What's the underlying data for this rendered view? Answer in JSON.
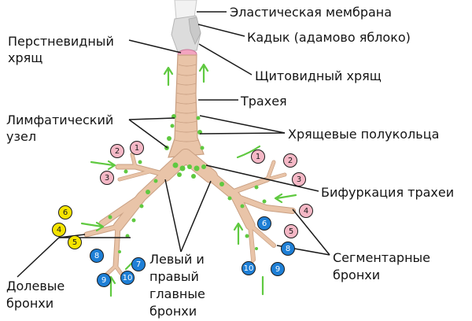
{
  "labels": {
    "elastic_membrane": "Эластическая мембрана",
    "adams_apple": "Кадык (адамово яблоко)",
    "cricoid_line1": "Перстневидный",
    "cricoid_line2": "хрящ",
    "thyroid": "Щитовидный хрящ",
    "trachea": "Трахея",
    "lymph_line1": "Лимфатический",
    "lymph_line2": "узел",
    "tracheal_rings": "Хрящевые полукольца",
    "bifurcation": "Бифуркация трахеи",
    "segmental_line1": "Сегментарные",
    "segmental_line2": "бронхи",
    "main_line1": "Левый и",
    "main_line2": "правый",
    "main_line3": "главные",
    "main_line4": "бронхи",
    "lobar_line1": "Долевые",
    "lobar_line2": "бронхи"
  },
  "segment_markers": [
    {
      "label": "1",
      "color": "#f5b8c6"
    },
    {
      "label": "2",
      "color": "#f5b8c6"
    },
    {
      "label": "3",
      "color": "#f5b8c6"
    },
    {
      "label": "4",
      "color": "#f5b8c6"
    },
    {
      "label": "5",
      "color": "#f5b8c6"
    },
    {
      "label": "6",
      "color": "#f5e400"
    },
    {
      "label": "4",
      "color": "#f5e400"
    },
    {
      "label": "5",
      "color": "#f5e400"
    },
    {
      "label": "8",
      "color": "#1e7fd6"
    },
    {
      "label": "7",
      "color": "#1e7fd6"
    },
    {
      "label": "9",
      "color": "#1e7fd6"
    },
    {
      "label": "10",
      "color": "#1e7fd6"
    },
    {
      "label": "1",
      "color": "#f5b8c6"
    },
    {
      "label": "2",
      "color": "#f5b8c6"
    },
    {
      "label": "3",
      "color": "#f5b8c6"
    },
    {
      "label": "6",
      "color": "#1e7fd6"
    },
    {
      "label": "8",
      "color": "#1e7fd6"
    },
    {
      "label": "10",
      "color": "#1e7fd6"
    },
    {
      "label": "9",
      "color": "#1e7fd6"
    }
  ],
  "colors": {
    "tissue": "#e9c4a8",
    "tissue_outline": "#c9a083",
    "lymph": "#5fc940",
    "leader": "#1a1a1a"
  }
}
